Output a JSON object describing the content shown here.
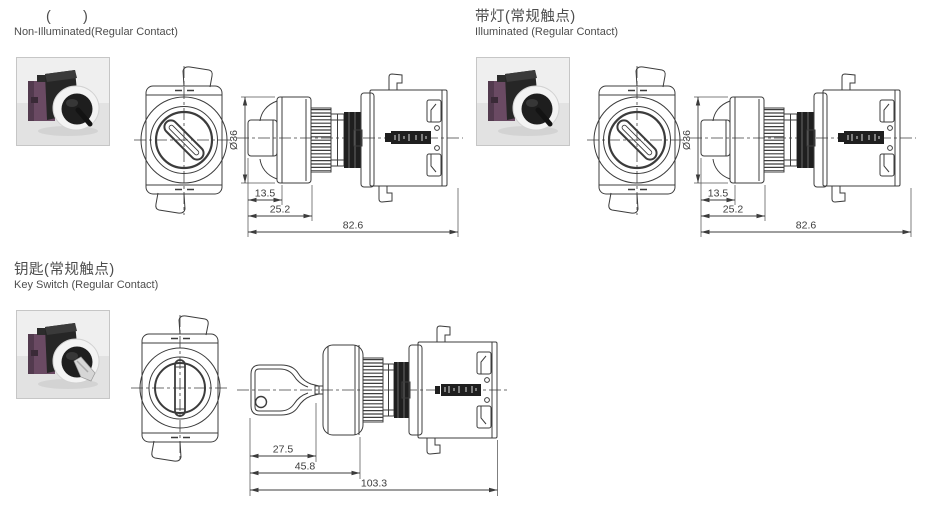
{
  "page": {
    "background": "#ffffff",
    "line_color": "#3c3c3c",
    "text_color": "#4d4d4d"
  },
  "sections": [
    {
      "id": "non-illuminated",
      "title_cn": "(       )",
      "title_en": "Non-Illuminated(Regular Contact)",
      "photo": "selector-switch-photo",
      "views": [
        "front-view",
        "side-view"
      ],
      "dims": {
        "diameter": "Ø36",
        "d1": "13.5",
        "d2": "25.2",
        "d3": "82.6"
      }
    },
    {
      "id": "illuminated",
      "title_cn": "带灯(常规触点)",
      "title_en": "Illuminated (Regular Contact)",
      "photo": "illuminated-selector-switch-photo",
      "views": [
        "front-view",
        "side-view"
      ],
      "dims": {
        "diameter": "Ø36",
        "d1": "13.5",
        "d2": "25.2",
        "d3": "82.6"
      }
    },
    {
      "id": "key-switch",
      "title_cn": "钥匙(常规触点)",
      "title_en": "Key Switch (Regular Contact)",
      "photo": "key-switch-photo",
      "views": [
        "front-view",
        "side-view"
      ],
      "dims": {
        "d1": "27.5",
        "d2": "45.8",
        "d3": "103.3"
      }
    }
  ]
}
